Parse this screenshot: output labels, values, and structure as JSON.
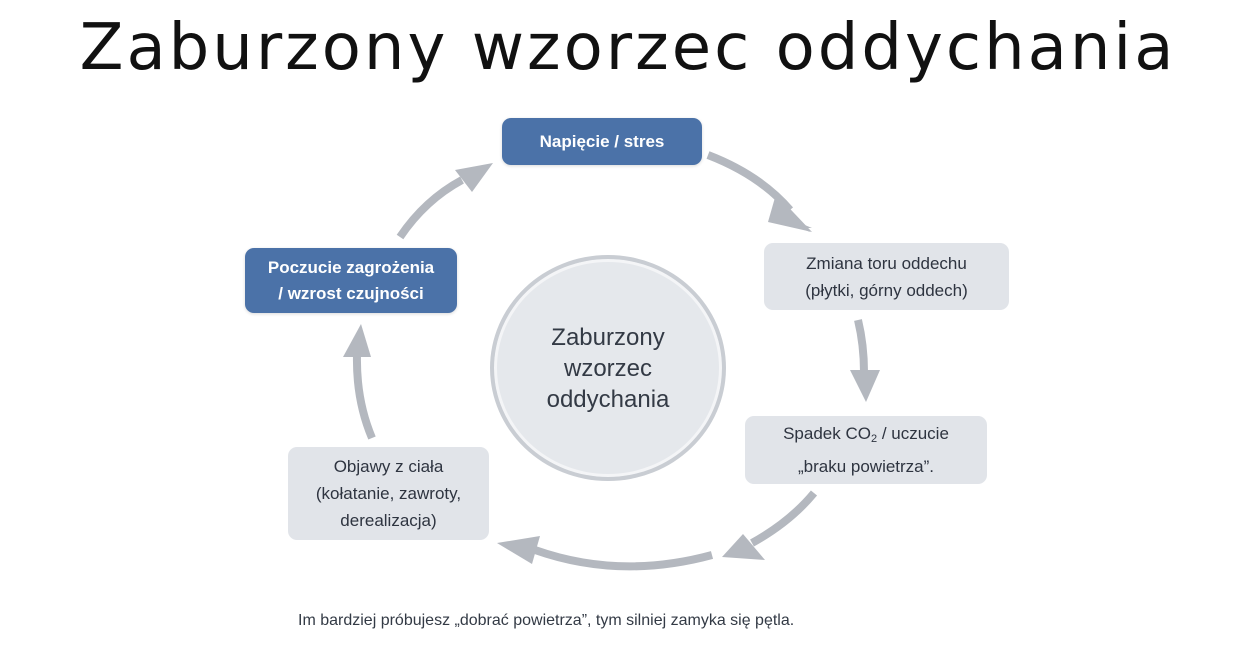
{
  "title": "Zaburzony wzorzec oddychania",
  "center": {
    "line1": "Zaburzony",
    "line2": "wzorzec",
    "line3": "oddychania"
  },
  "nodes": {
    "tension": {
      "line1": "Napięcie / stres"
    },
    "breathing_change": {
      "line1": "Zmiana toru oddechu",
      "line2": "(płytki, górny oddech)"
    },
    "co2_drop": {
      "line1_prefix": "Spadek CO",
      "line1_sub": "2",
      "line1_suffix": " / uczucie",
      "line2": "„braku powietrza”."
    },
    "body_symptoms": {
      "line1": "Objawy z ciała",
      "line2": "(kołatanie, zawroty,",
      "line3": "derealizacja)"
    },
    "threat": {
      "line1": "Poczucie zagrożenia",
      "line2": "/ wzrost czujności"
    }
  },
  "caption": "Im bardziej próbujesz „dobrać powietrza”, tym silniej zamyka się pętla.",
  "colors": {
    "blue_node": "#4b72a8",
    "gray_node": "#e1e4e9",
    "arrow": "#b4b8bf",
    "circle_border": "#c9cdd3",
    "circle_fill": "#e5e8ec"
  }
}
